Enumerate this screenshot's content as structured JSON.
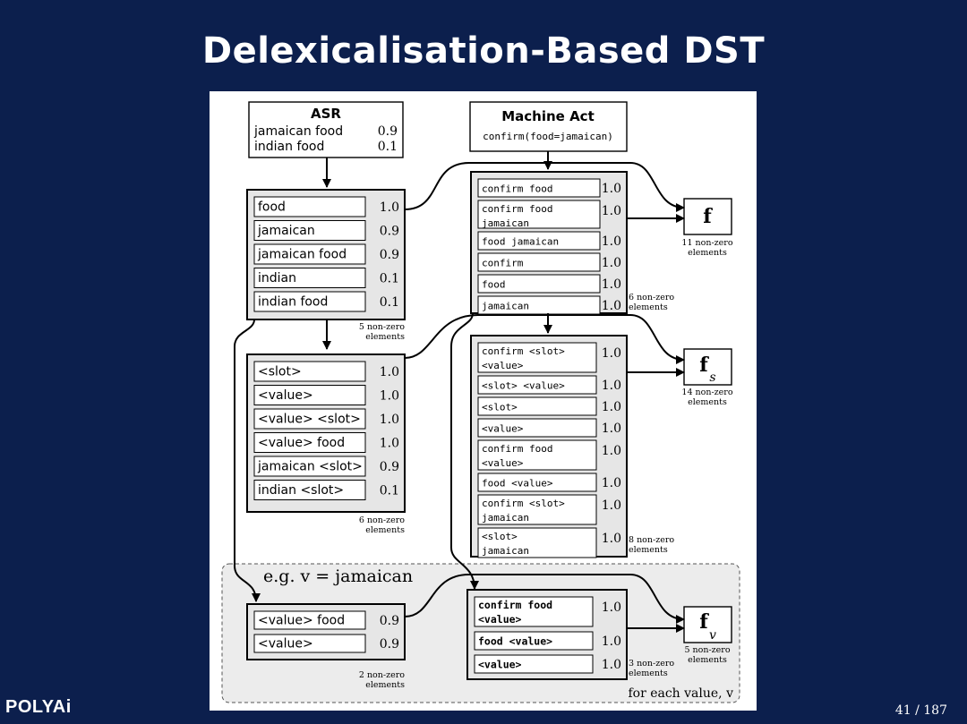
{
  "title": "Delexicalisation-Based DST",
  "asr": {
    "title": "ASR",
    "rows": [
      {
        "text": "jamaican food",
        "score": "0.9"
      },
      {
        "text": "indian food",
        "score": "0.1"
      }
    ]
  },
  "machine_act": {
    "title": "Machine Act",
    "text": "confirm(food=jamaican)"
  },
  "asr_ngrams": {
    "items": [
      {
        "label": "food",
        "score": "1.0"
      },
      {
        "label": "jamaican",
        "score": "0.9"
      },
      {
        "label": "jamaican food",
        "score": "0.9"
      },
      {
        "label": "indian",
        "score": "0.1"
      },
      {
        "label": "indian food",
        "score": "0.1"
      }
    ],
    "note": [
      "5 non-zero",
      "elements"
    ]
  },
  "asr_delex": {
    "items": [
      {
        "label": "<slot>",
        "score": "1.0"
      },
      {
        "label": "<value>",
        "score": "1.0"
      },
      {
        "label": "<value> <slot>",
        "score": "1.0"
      },
      {
        "label": "<value> food",
        "score": "1.0"
      },
      {
        "label": "jamaican <slot>",
        "score": "0.9"
      },
      {
        "label": "indian <slot>",
        "score": "0.1"
      }
    ],
    "note": [
      "6 non-zero",
      "elements"
    ]
  },
  "act_ngrams": {
    "items": [
      {
        "lines": [
          "confirm food"
        ],
        "score": "1.0"
      },
      {
        "lines": [
          "confirm food",
          "jamaican"
        ],
        "score": "1.0"
      },
      {
        "lines": [
          "food jamaican"
        ],
        "score": "1.0"
      },
      {
        "lines": [
          "confirm"
        ],
        "score": "1.0"
      },
      {
        "lines": [
          "food"
        ],
        "score": "1.0"
      },
      {
        "lines": [
          "jamaican"
        ],
        "score": "1.0"
      }
    ],
    "note": [
      "6 non-zero",
      "elements"
    ]
  },
  "act_delex": {
    "items": [
      {
        "lines": [
          "confirm <slot>",
          "<value>"
        ],
        "score": "1.0"
      },
      {
        "lines": [
          "<slot> <value>"
        ],
        "score": "1.0"
      },
      {
        "lines": [
          "<slot>"
        ],
        "score": "1.0"
      },
      {
        "lines": [
          "<value>"
        ],
        "score": "1.0"
      },
      {
        "lines": [
          "confirm food",
          "<value>"
        ],
        "score": "1.0"
      },
      {
        "lines": [
          "food <value>"
        ],
        "score": "1.0"
      },
      {
        "lines": [
          "confirm <slot>",
          "jamaican"
        ],
        "score": "1.0"
      },
      {
        "lines": [
          "<slot>",
          "jamaican"
        ],
        "score": "1.0"
      }
    ],
    "note": [
      "8 non-zero",
      "elements"
    ]
  },
  "value_region": {
    "label": "e.g. v = jamaican",
    "footer": "for each value, v"
  },
  "asr_value": {
    "items": [
      {
        "label": "<value> food",
        "score": "0.9"
      },
      {
        "label": "<value>",
        "score": "0.9"
      }
    ],
    "note": [
      "2 non-zero",
      "elements"
    ]
  },
  "act_value": {
    "items": [
      {
        "lines": [
          "confirm food",
          "<value>"
        ],
        "score": "1.0"
      },
      {
        "lines": [
          "food <value>"
        ],
        "score": "1.0"
      },
      {
        "lines": [
          "<value>"
        ],
        "score": "1.0"
      }
    ],
    "note": [
      "3 non-zero",
      "elements"
    ]
  },
  "features": {
    "f": {
      "symbol": "f",
      "sub": "",
      "note": [
        "11 non-zero",
        "elements"
      ]
    },
    "fs": {
      "symbol": "f",
      "sub": "s",
      "note": [
        "14 non-zero",
        "elements"
      ]
    },
    "fv": {
      "symbol": "f",
      "sub": "v",
      "note": [
        "5 non-zero",
        "elements"
      ]
    }
  },
  "footer": {
    "brand": "POLYAi",
    "page": "41 / 187"
  }
}
